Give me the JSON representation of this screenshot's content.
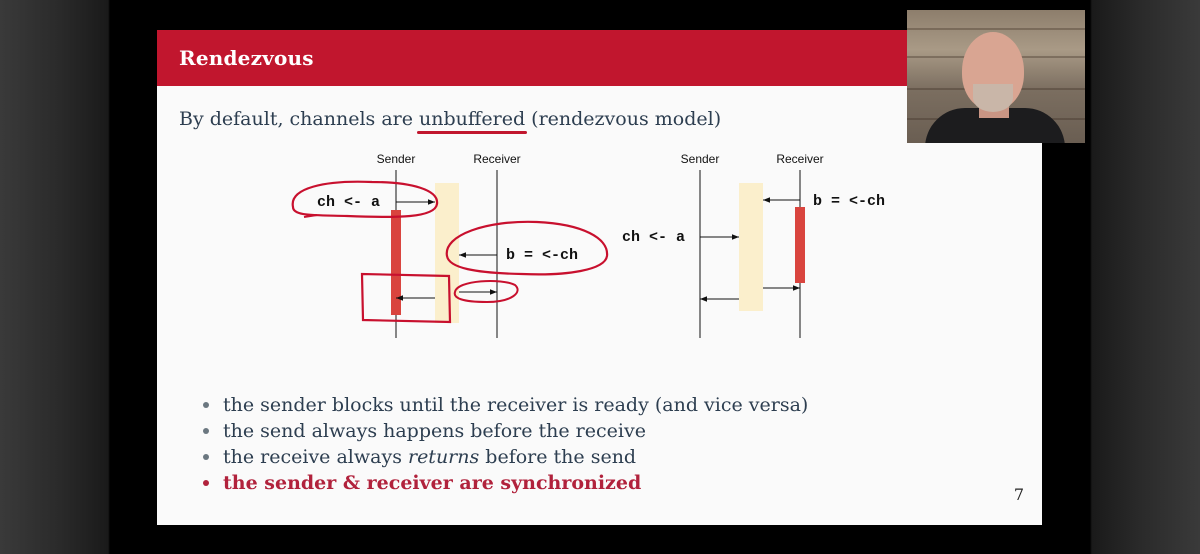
{
  "slide": {
    "title": "Rendezvous",
    "intro_before": "By default, channels are ",
    "intro_underlined": "unbuffered",
    "intro_after": " (rendezvous model)",
    "page_number": "7"
  },
  "diagram": {
    "left": {
      "sender_label": "Sender",
      "receiver_label": "Receiver",
      "send_code": "ch <- a",
      "recv_code": "b = <-ch"
    },
    "right": {
      "sender_label": "Sender",
      "receiver_label": "Receiver",
      "send_code": "ch <- a",
      "recv_code": "b = <-ch"
    },
    "colors": {
      "block_bar": "#d9443e",
      "sync_region": "#fbefcc",
      "annotation": "#c8102e"
    }
  },
  "bullets": [
    {
      "text": "the sender blocks until the receiver is ready (and vice versa)"
    },
    {
      "text_before": "the receive always ",
      "text_italic": "returns",
      "text_after": " before the send"
    },
    {
      "text": "the send always happens before the receive"
    },
    {
      "text": "the sender & receiver are synchronized"
    }
  ],
  "colors": {
    "header": "#c1162e",
    "emphasis": "#b1223c"
  }
}
